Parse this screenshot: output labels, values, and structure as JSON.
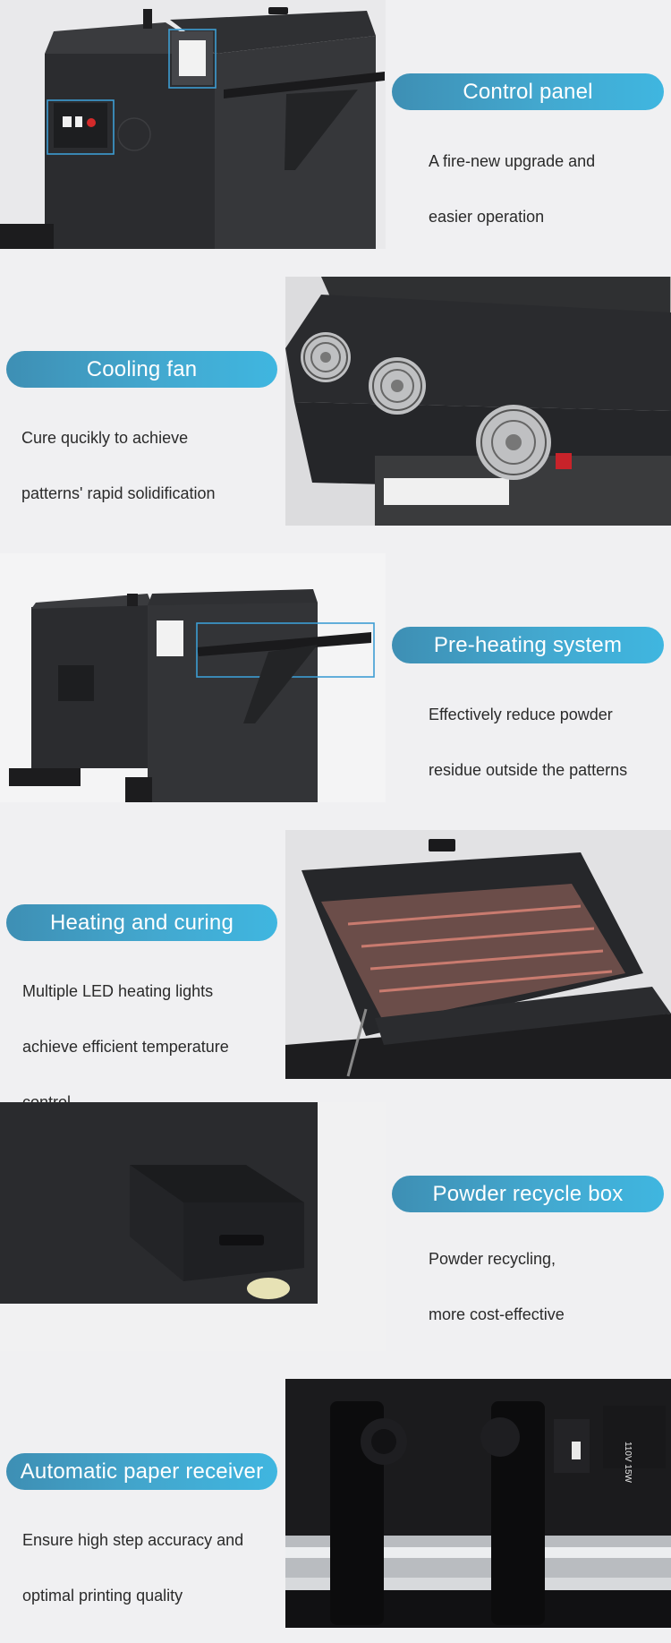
{
  "features": [
    {
      "title": "Control panel",
      "lines": [
        "A fire-new upgrade and",
        "easier operation"
      ]
    },
    {
      "title": "Cooling fan",
      "lines": [
        "Cure qucikly to achieve",
        "patterns' rapid solidification"
      ]
    },
    {
      "title": "Pre-heating system",
      "lines": [
        "Effectively reduce powder",
        "residue outside the patterns"
      ]
    },
    {
      "title": "Heating and curing",
      "lines": [
        "Multiple LED heating lights",
        "achieve efficient temperature",
        "control"
      ]
    },
    {
      "title": "Powder recycle box",
      "lines": [
        "Powder recycling,",
        "more cost-effective"
      ]
    },
    {
      "title": "Automatic paper receiver",
      "lines": [
        "Ensure high step accuracy and",
        "optimal printing quality"
      ]
    }
  ],
  "colors": {
    "pill_start": "#3e8fb4",
    "pill_end": "#3fb6e0",
    "background": "#f0f0f2",
    "machine_body": "#2b2c2f",
    "highlight_box": "#3d9dd3"
  },
  "icons": [
    "fan-icon",
    "power-switch-icon",
    "handle-icon"
  ],
  "motor_label": "110V 15W"
}
